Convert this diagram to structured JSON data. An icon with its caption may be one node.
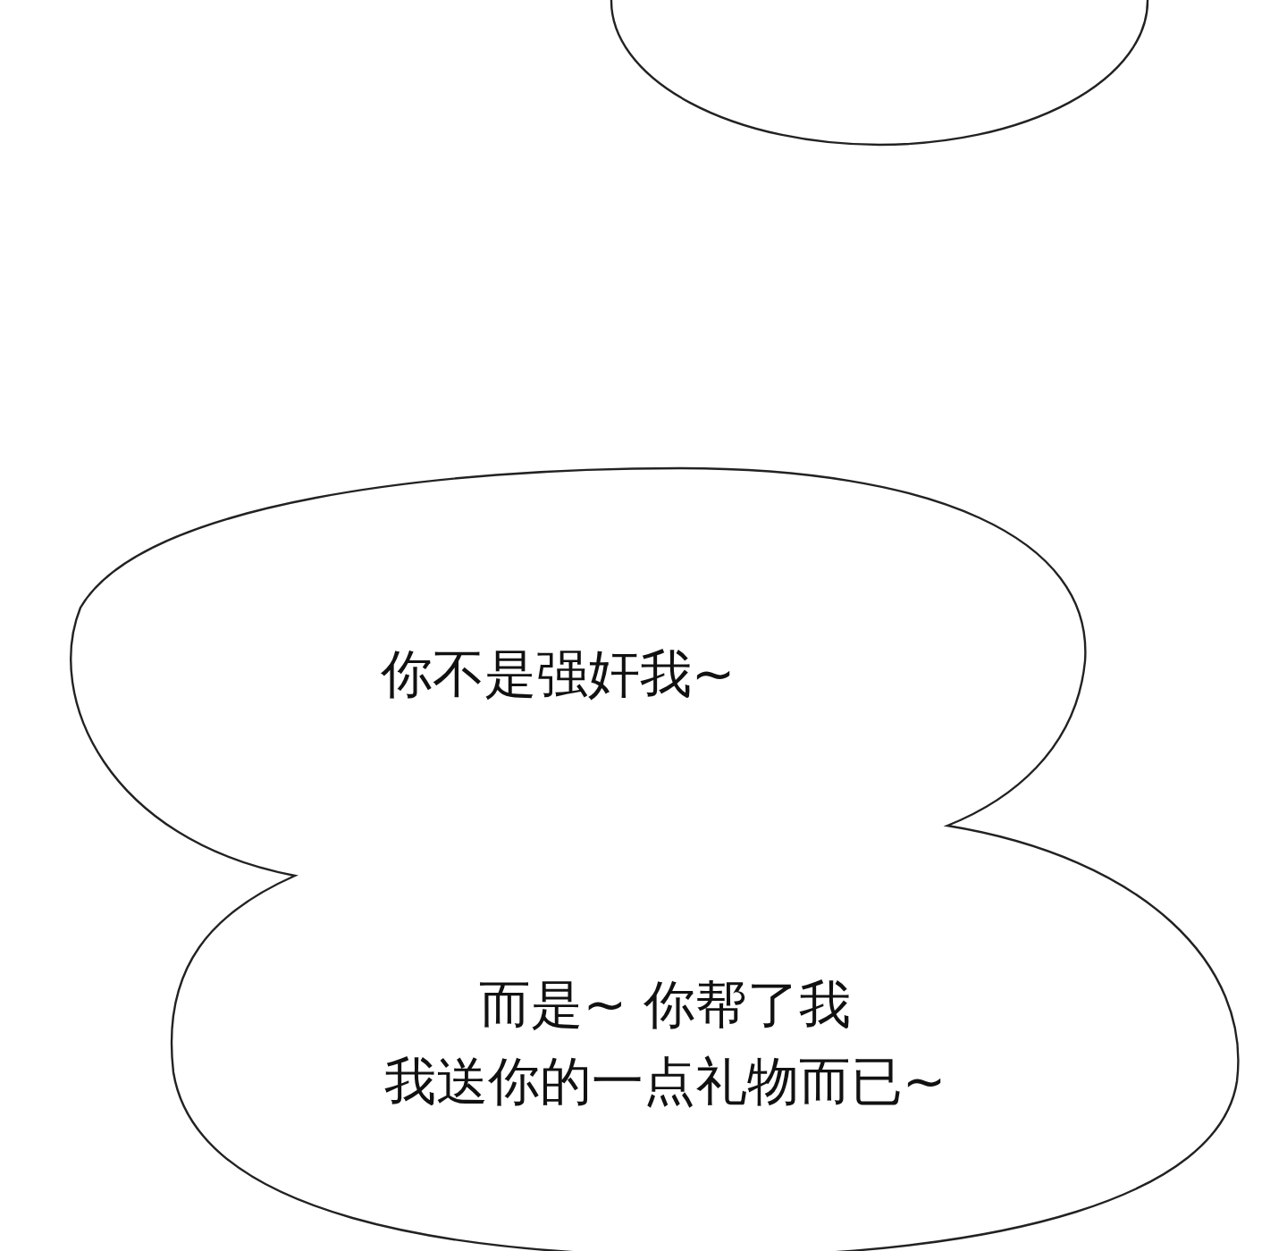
{
  "diagram": {
    "nodes": [
      {
        "text": [],
        "shape": "ellipse"
      },
      {
        "text": [
          "你不是强奸我~",
          "而是~ 你帮了我",
          "我送你的一点礼物而已~"
        ]
      }
    ]
  }
}
